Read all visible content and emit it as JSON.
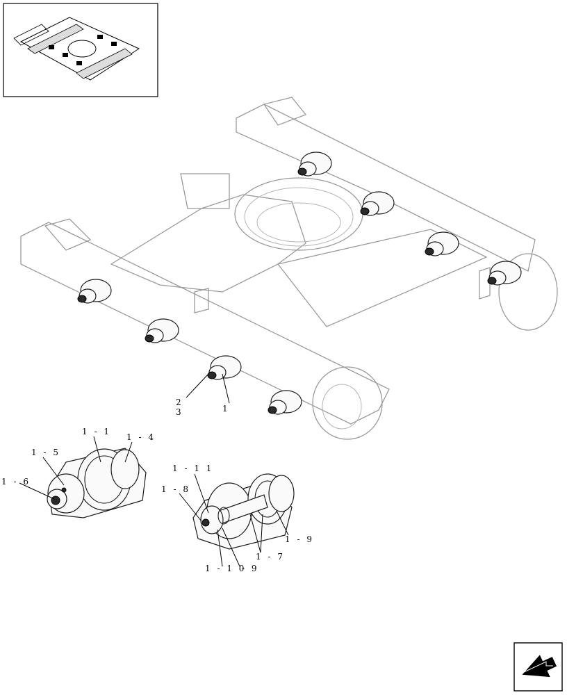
{
  "callouts": {
    "c2": "2",
    "c3": "3",
    "c1": "1",
    "c1_1": "1 - 1",
    "c1_4": "1 - 4",
    "c1_5": "1 - 5",
    "c1_6": "1 - 6",
    "c1_11": "1 - 1 1",
    "c1_8": "1 - 8",
    "c1_9": "1 - 9",
    "c1_7": "1 - 7",
    "c1_10": "1 - 1 0",
    "c9": "- 9"
  },
  "icons": {
    "thumbnail": "machine-overview-thumbnail",
    "next": "next-page-arrow-icon"
  },
  "colors": {
    "ink": "#000000",
    "frame_ghost": "#9a9a9a",
    "background": "#ffffff"
  }
}
